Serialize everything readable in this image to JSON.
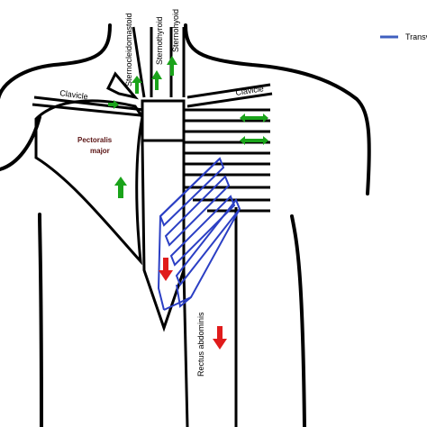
{
  "legend": {
    "label": "Transv",
    "swatch_color": "#3f5fbf"
  },
  "labels": {
    "sternocleidomastoid": "Sternocleidomastoid",
    "sternothyroid": "Sternothyroid",
    "sternohyoid": "Sternohyoid",
    "clavicle_left": "Clavicle",
    "clavicle_right": "Clavicle",
    "pectoralis_major": "Pectoralis\nmajor",
    "rectus_abdominis": "Rectus abdominis"
  },
  "colors": {
    "outline": "#000000",
    "up_arrow": "#1aa31a",
    "down_arrow": "#e01b1b",
    "transversus": "#2b3fc4"
  },
  "arrows": [
    {
      "name": "arrow-sternocleidomastoid-up",
      "direction": "up",
      "color": "green"
    },
    {
      "name": "arrow-sternothyroid-up",
      "direction": "up",
      "color": "green"
    },
    {
      "name": "arrow-sternohyoid-up",
      "direction": "up",
      "color": "green"
    },
    {
      "name": "arrow-clavicle-right",
      "direction": "right",
      "color": "green"
    },
    {
      "name": "arrow-pectoralis-up",
      "direction": "up",
      "color": "green"
    },
    {
      "name": "arrow-ribs-upper",
      "direction": "left-right",
      "color": "green"
    },
    {
      "name": "arrow-ribs-lower",
      "direction": "left-right",
      "color": "green"
    },
    {
      "name": "arrow-sternum-down",
      "direction": "down",
      "color": "red"
    },
    {
      "name": "arrow-rectus-down",
      "direction": "down",
      "color": "red"
    }
  ]
}
